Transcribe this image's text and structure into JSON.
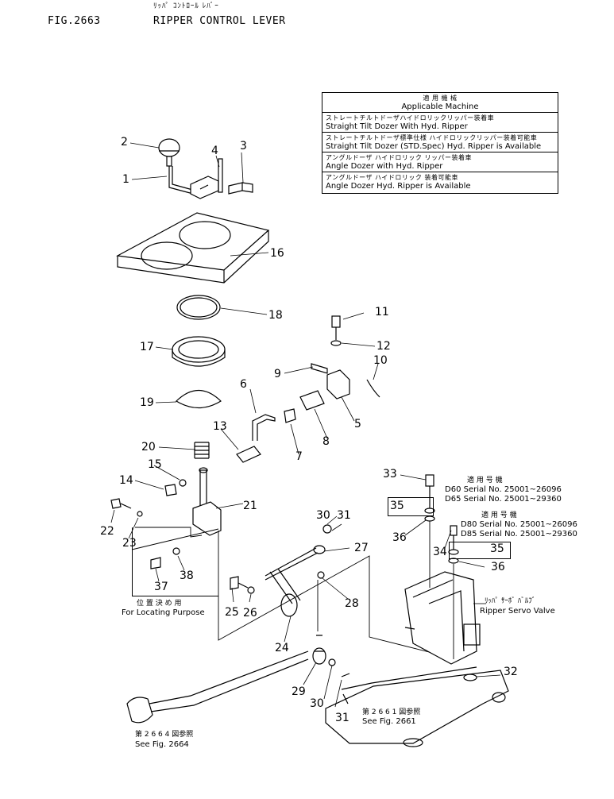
{
  "header": {
    "fig_no": "FIG.2663",
    "title_jp": "ﾘｯﾊﾟ ｺﾝﾄﾛｰﾙ ﾚﾊﾞｰ",
    "title_en": "RIPPER CONTROL LEVER"
  },
  "applicable_table": {
    "head_jp": "適 用 機 械",
    "head_en": "Applicable Machine",
    "rows": [
      {
        "jp": "ストレートチルトドーザハイドロリックリッパー装着車",
        "en": "Straight Tilt Dozer With Hyd. Ripper"
      },
      {
        "jp": "ストレートチルトドーザ標準仕様 ハイドロリックリッパー装着可能車",
        "en": "Straight Tilt Dozer (STD.Spec) Hyd. Ripper is Available"
      },
      {
        "jp": "アングルドーザ ハイドロリック リッパー装着車",
        "en": "Angle Dozer with Hyd. Ripper"
      },
      {
        "jp": "アングルドーザ ハイドロリック 装着可能車",
        "en": "Angle Dozer Hyd. Ripper is Available"
      }
    ]
  },
  "serial_notes": {
    "upper": {
      "jp": "適 用 号 機",
      "line1": "D60  Serial No. 25001~26096",
      "line2": "D65  Serial No. 25001~29360"
    },
    "lower": {
      "jp": "適 用 号 機",
      "line1": "D80  Serial No. 25001~26096",
      "line2": "D85  Serial No. 25001~29360"
    }
  },
  "annotations": {
    "locating_jp": "位 置 決 め 用",
    "locating_en": "For Locating Purpose",
    "servo_jp": "ﾘｯﾊﾟ ｻｰﾎﾞ ﾊﾞﾙﾌﾞ",
    "servo_en": "Ripper Servo Valve",
    "see2661_jp": "第 2 6 6 1 図参照",
    "see2661_en": "See Fig. 2661",
    "see2664_jp": "第 2 6 6 4 図参照",
    "see2664_en": "See Fig. 2664"
  },
  "part_numbers": {
    "p1": "1",
    "p2": "2",
    "p3": "3",
    "p4": "4",
    "p5": "5",
    "p6": "6",
    "p7": "7",
    "p8": "8",
    "p9": "9",
    "p10": "10",
    "p11": "11",
    "p12": "12",
    "p13": "13",
    "p14": "14",
    "p15": "15",
    "p16": "16",
    "p17": "17",
    "p18": "18",
    "p19": "19",
    "p20": "20",
    "p21": "21",
    "p22": "22",
    "p23": "23",
    "p24": "24",
    "p25": "25",
    "p26": "26",
    "p27": "27",
    "p28": "28",
    "p29": "29",
    "p30a": "30",
    "p30b": "30",
    "p31a": "31",
    "p31b": "31",
    "p32": "32",
    "p33": "33",
    "p34": "34",
    "p35a": "35",
    "p35b": "35",
    "p36a": "36",
    "p36b": "36",
    "p37": "37",
    "p38": "38"
  }
}
